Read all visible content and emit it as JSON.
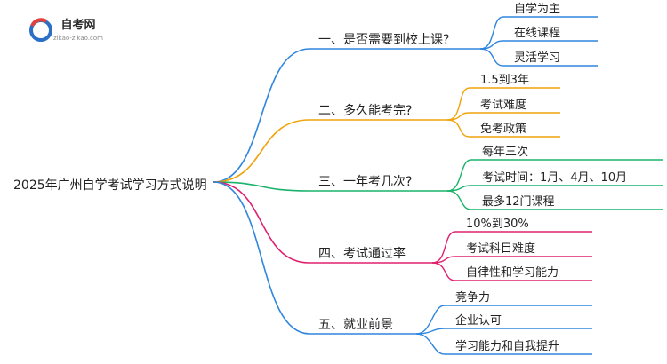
{
  "logo": {
    "name": "自考网",
    "url": "zikao-zikao.com",
    "colors": {
      "red": "#e2413d",
      "blue": "#2b6fc6"
    }
  },
  "root": {
    "label": "2025年广州自学考试学习方式说明"
  },
  "branches": [
    {
      "label": "一、是否需要到校上课?",
      "color": "#2f86de",
      "leaves": [
        "自学为主",
        "在线课程",
        "灵活学习"
      ]
    },
    {
      "label": "二、多久能考完?",
      "color": "#f0a30a",
      "leaves": [
        "1.5到3年",
        "考试难度",
        "免考政策"
      ]
    },
    {
      "label": "三、一年考几次?",
      "color": "#19b36b",
      "leaves": [
        "每年三次",
        "考试时间：1月、4月、10月",
        "最多12门课程"
      ]
    },
    {
      "label": "四、考试通过率",
      "color": "#e0206f",
      "leaves": [
        "10%到30%",
        "考试科目难度",
        "自律性和学习能力"
      ]
    },
    {
      "label": "五、就业前景",
      "color": "#2f86de",
      "leaves": [
        "竞争力",
        "企业认可",
        "学习能力和自我提升"
      ]
    }
  ]
}
